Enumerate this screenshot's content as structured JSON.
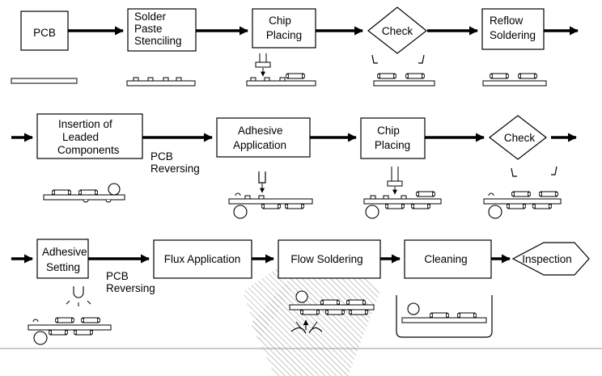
{
  "process_boxes": {
    "pcb": [
      "PCB"
    ],
    "solder_paste": [
      "Solder",
      "Paste",
      "Stenciling"
    ],
    "chip_placing_1": [
      "Chip",
      "Placing"
    ],
    "check_1": [
      "Check"
    ],
    "reflow": [
      "Reflow",
      "Soldering"
    ],
    "insertion": [
      "Insertion of",
      "Leaded",
      "Components"
    ],
    "adhesive_application": [
      "Adhesive",
      "Application"
    ],
    "chip_placing_2": [
      "Chip",
      "Placing"
    ],
    "check_2": [
      "Check"
    ],
    "adhesive_setting": [
      "Adhesive",
      "Setting"
    ],
    "flux_application": [
      "Flux Application"
    ],
    "flow_soldering": [
      "Flow Soldering"
    ],
    "cleaning": [
      "Cleaning"
    ],
    "inspection": [
      "Inspection"
    ]
  },
  "side_labels": {
    "pcb_reversing_1": [
      "PCB",
      "Reversing"
    ],
    "pcb_reversing_2": [
      "PCB",
      "Reversing"
    ]
  },
  "colors": {
    "stroke": "#000000",
    "background": "#ffffff",
    "hatch": "#8a8a8a"
  }
}
